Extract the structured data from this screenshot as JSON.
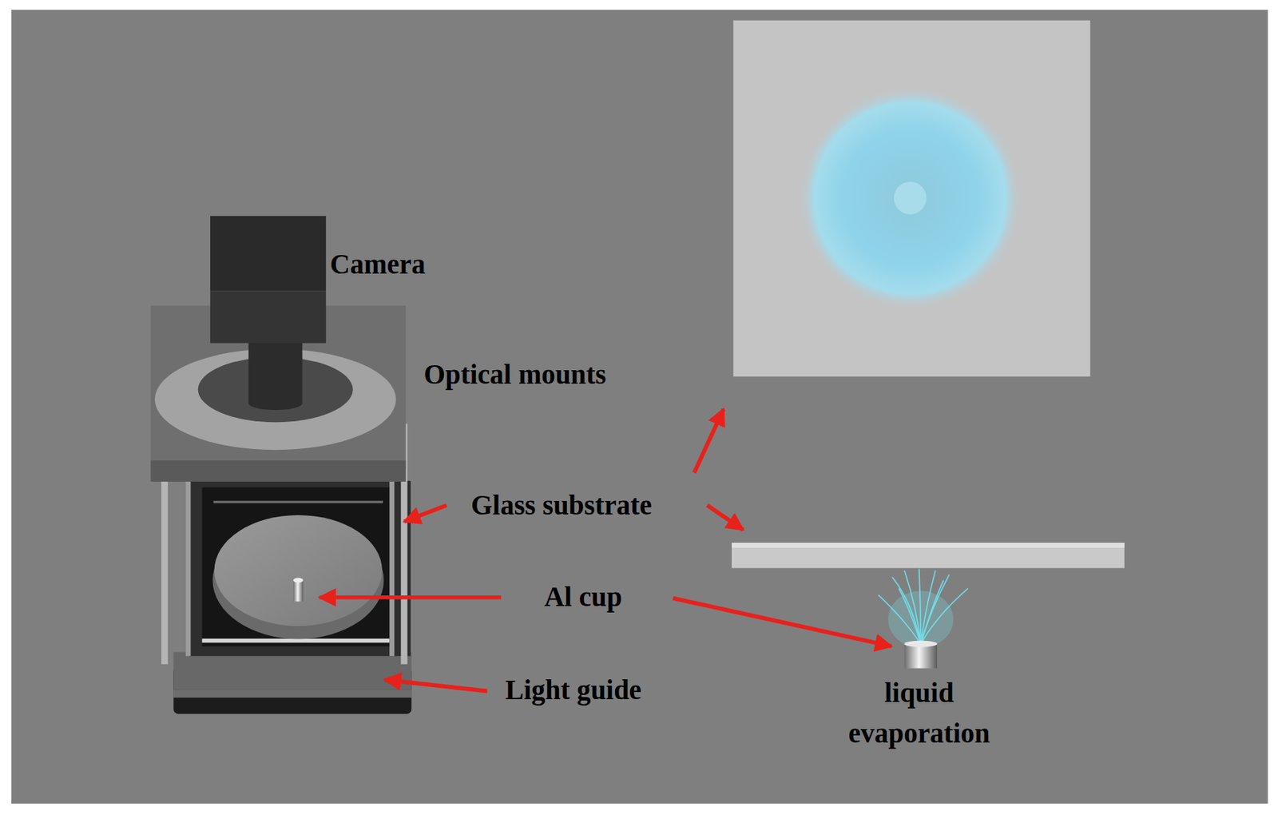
{
  "diagram": {
    "labels": [
      "Camera",
      "Optical mounts",
      "Glass substrate",
      "Al cup",
      "Light guide",
      "liquid evaporation"
    ]
  }
}
